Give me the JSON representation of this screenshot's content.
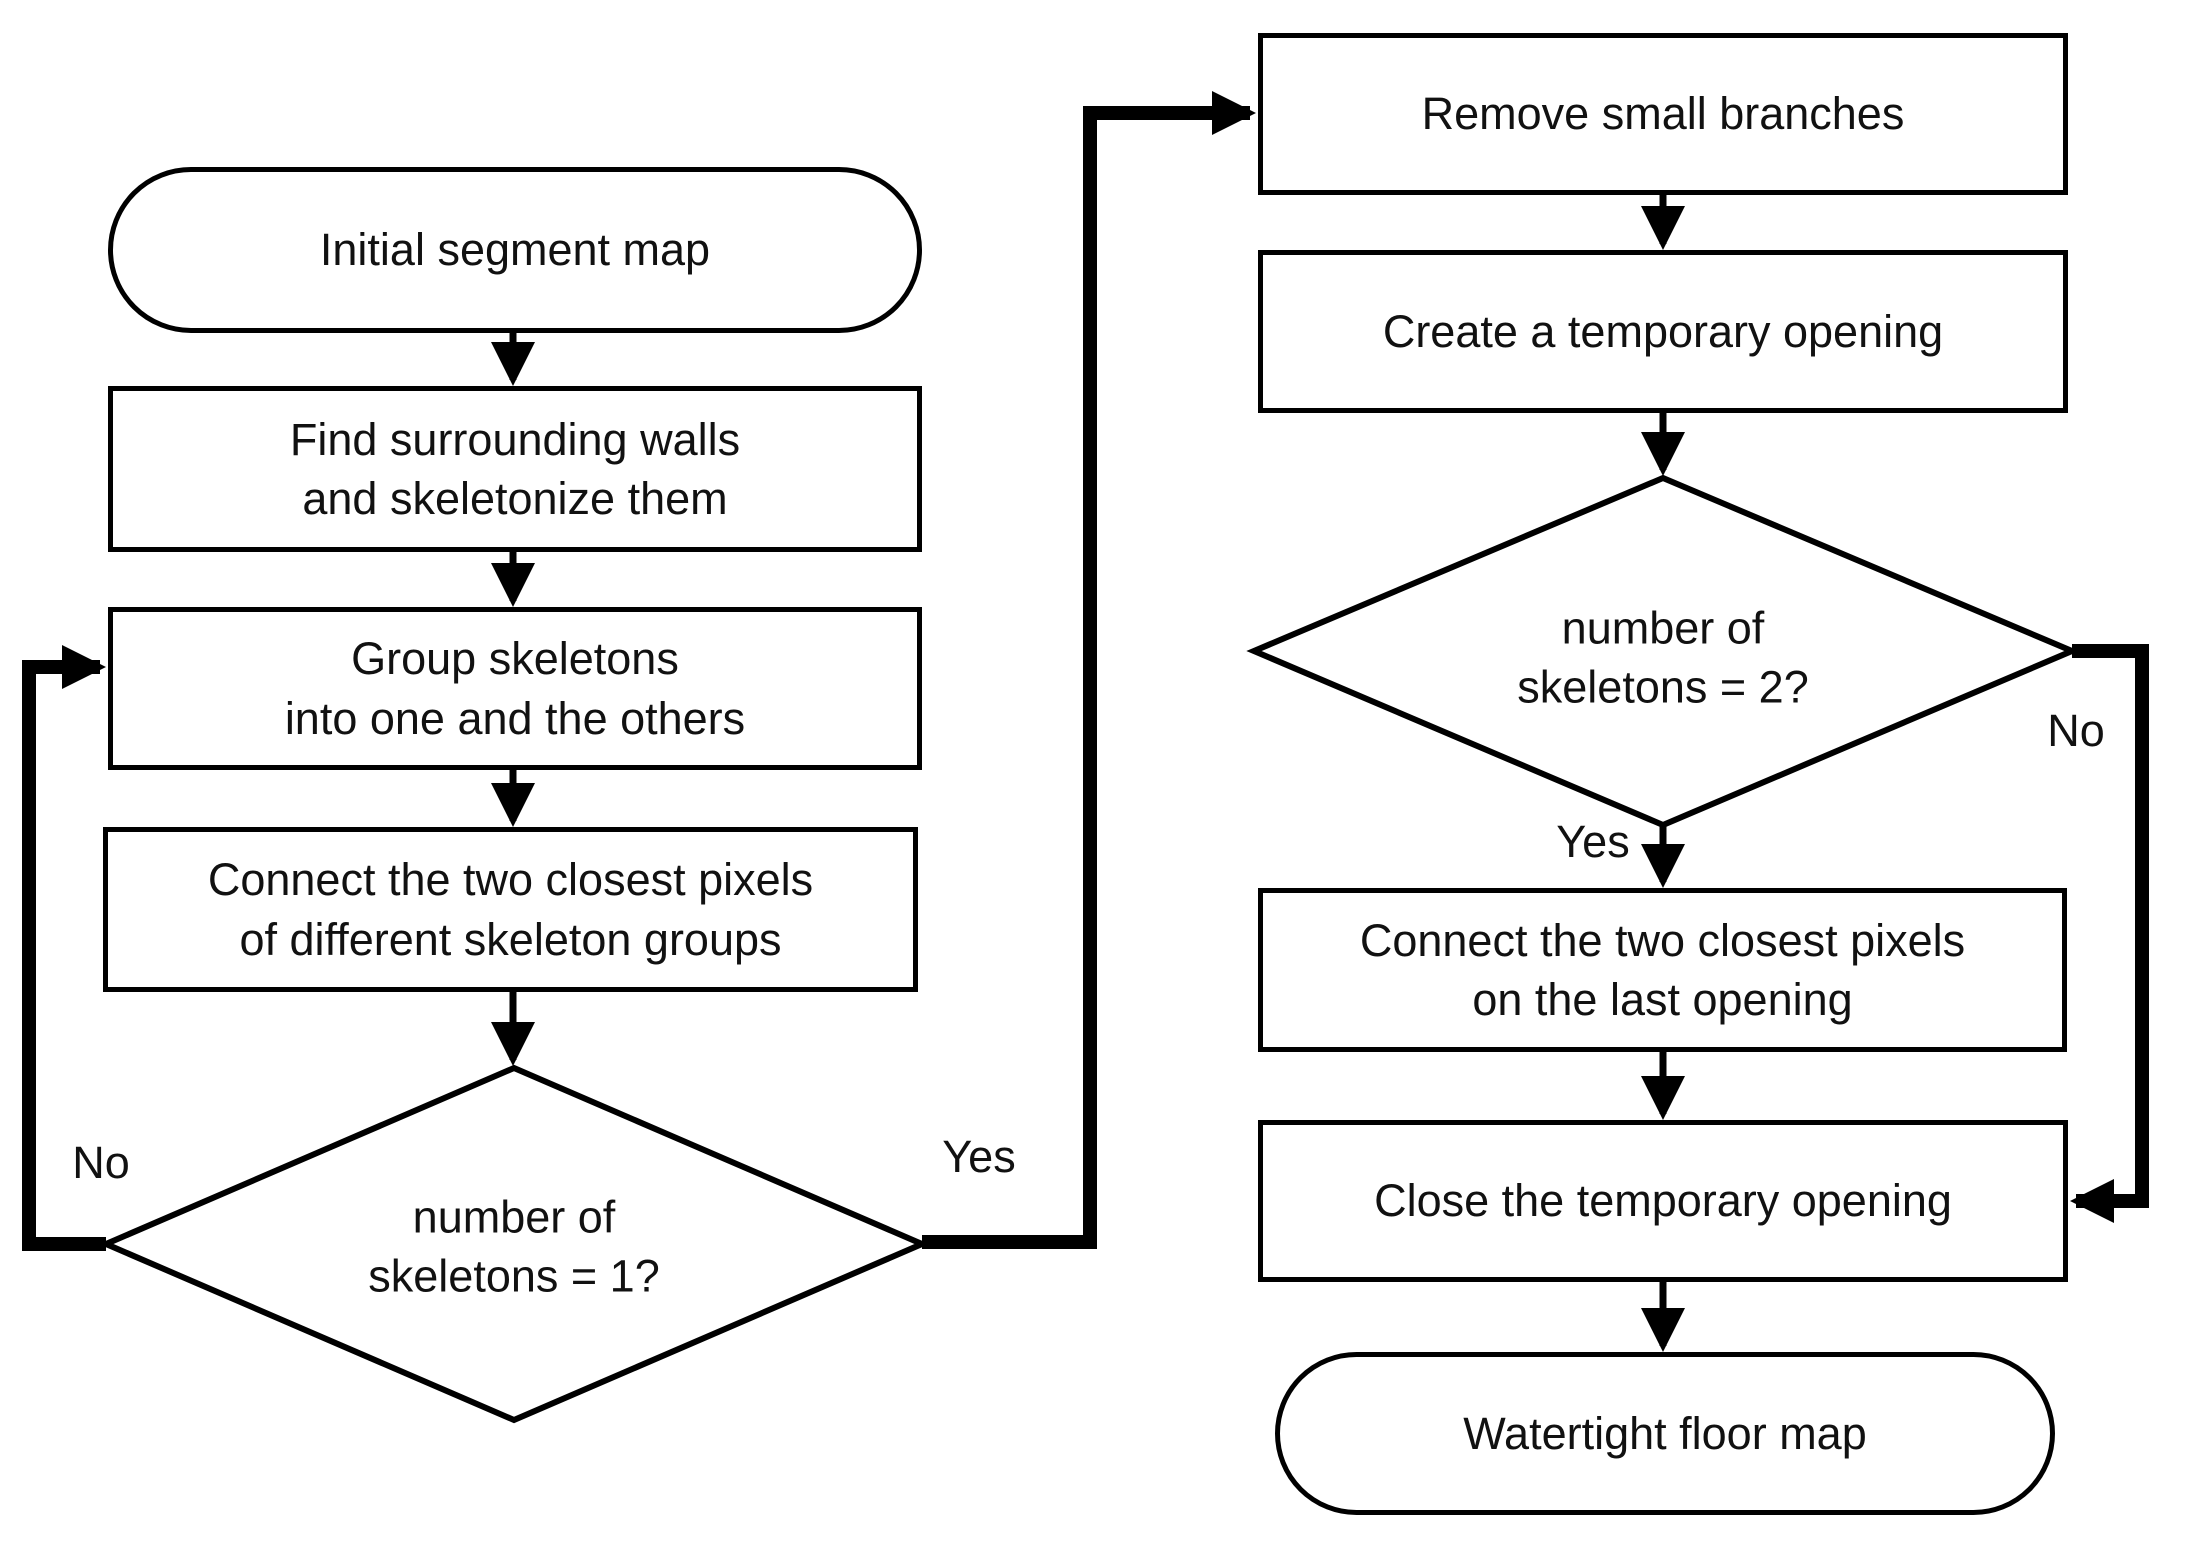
{
  "diagram": {
    "background": "#ffffff",
    "line_color": "#000000",
    "text_color": "#111111",
    "nodes": {
      "start": {
        "type": "terminator",
        "label": "Initial segment map"
      },
      "find_walls": {
        "type": "process",
        "label": "Find surrounding walls\nand skeletonize them"
      },
      "group_skeletons": {
        "type": "process",
        "label": "Group skeletons\ninto one and the others"
      },
      "connect_skeleton_groups": {
        "type": "process",
        "label": "Connect the two closest pixels\nof different skeleton groups"
      },
      "skeletons_eq_1": {
        "type": "decision",
        "label": "number of\nskeletons = 1?"
      },
      "remove_branches": {
        "type": "process",
        "label": "Remove small branches"
      },
      "create_opening": {
        "type": "process",
        "label": "Create a temporary opening"
      },
      "skeletons_eq_2": {
        "type": "decision",
        "label": "number of\nskeletons = 2?"
      },
      "connect_last_opening": {
        "type": "process",
        "label": "Connect the two closest pixels\non the last opening"
      },
      "close_opening": {
        "type": "process",
        "label": "Close the temporary opening"
      },
      "end": {
        "type": "terminator",
        "label": "Watertight floor map"
      }
    },
    "edge_labels": {
      "skeletons1_no": "No",
      "skeletons1_yes": "Yes",
      "skeletons2_yes": "Yes",
      "skeletons2_no": "No"
    }
  }
}
